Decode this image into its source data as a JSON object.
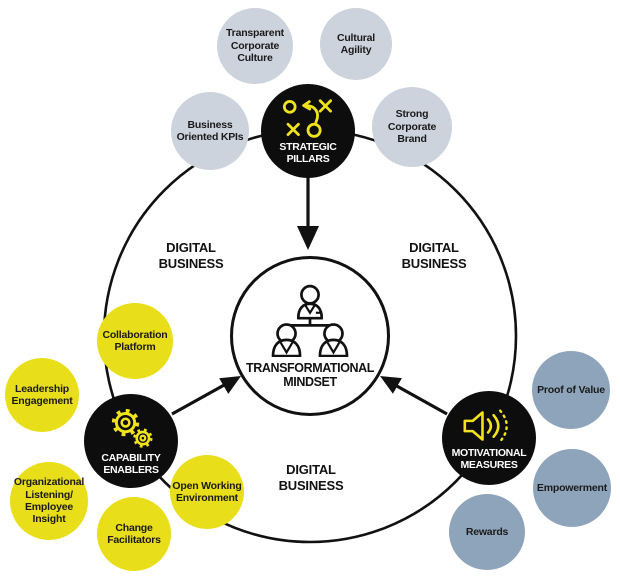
{
  "colors": {
    "hub_bg": "#0d0d0d",
    "icon_yellow": "#f0e31c",
    "strategic_satellite": "#ccd3dd",
    "capability_satellite": "#e9de1a",
    "motivational_satellite": "#8ea4ba",
    "line": "#111111"
  },
  "center": {
    "label": "TRANSFORMATIONAL MINDSET",
    "icon": "org-chart-icon"
  },
  "ring_labels": {
    "left": "DIGITAL BUSINESS",
    "right": "DIGITAL BUSINESS",
    "bottom": "DIGITAL BUSINESS"
  },
  "strategic_cluster": {
    "hub_label": "STRATEGIC PILLARS",
    "icon": "strategy-icon",
    "satellites": [
      "Transparent Corporate Culture",
      "Cultural Agility",
      "Business Oriented KPIs",
      "Strong Corporate Brand"
    ]
  },
  "capability_cluster": {
    "hub_label": "CAPABILITY ENABLERS",
    "icon": "gears-icon",
    "satellites": [
      "Collaboration Platform",
      "Leadership Engagement",
      "Organizational Listening/ Employee Insight",
      "Change Facilitators",
      "Open Working Environment"
    ]
  },
  "motivational_cluster": {
    "hub_label": "MOTIVATIONAL MEASURES",
    "icon": "megaphone-icon",
    "satellites": [
      "Proof of Value",
      "Empowerment",
      "Rewards"
    ]
  }
}
